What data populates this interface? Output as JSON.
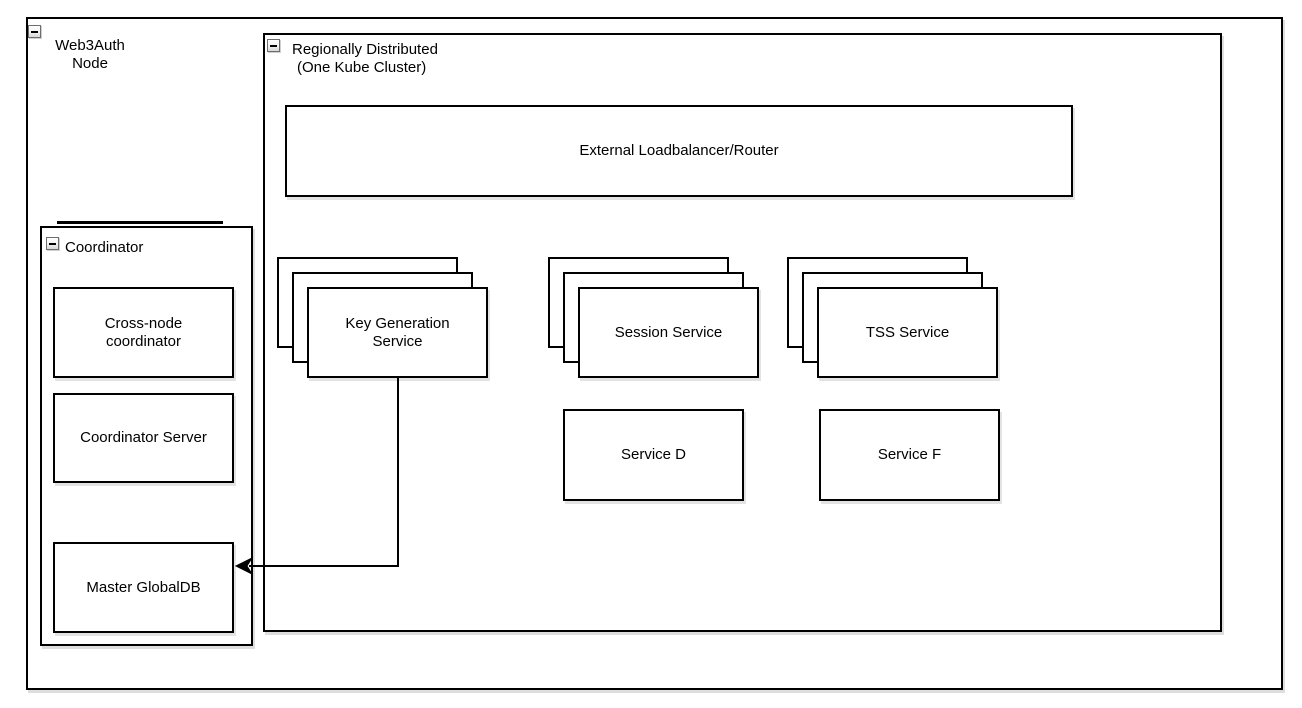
{
  "containers": {
    "web3auth": {
      "label": "Web3Auth Node"
    },
    "regional": {
      "label_line1": "Regionally Distributed",
      "label_line2": "(One Kube Cluster)"
    },
    "coordinator": {
      "label": "Coordinator"
    }
  },
  "nodes": {
    "external_lb": {
      "label": "External Loadbalancer/Router"
    },
    "key_generation": {
      "label": "Key Generation Service",
      "replicas": 3
    },
    "session": {
      "label": "Session Service",
      "replicas": 3
    },
    "tss": {
      "label": "TSS Service",
      "replicas": 3
    },
    "service_d": {
      "label": "Service D"
    },
    "service_f": {
      "label": "Service F"
    },
    "cross_node": {
      "label": "Cross-node coordinator"
    },
    "coordinator_server": {
      "label": "Coordinator Server"
    },
    "master_globaldb": {
      "label": "Master GlobalDB"
    }
  },
  "edges": [
    {
      "from": "Key Generation Service",
      "to": "Master GlobalDB",
      "style": "orthogonal",
      "arrowhead": "classic-left"
    }
  ],
  "icons": {
    "collapse": "minus-square-icon"
  },
  "colors": {
    "border": "#000000",
    "fill": "#ffffff",
    "background": "#ffffff",
    "shadow": "#dedede"
  }
}
